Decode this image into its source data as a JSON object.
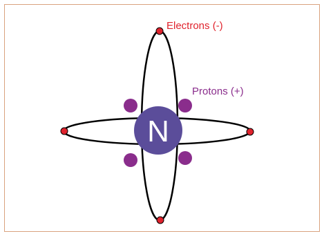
{
  "diagram": {
    "nucleus_symbol": "N",
    "electrons_label": "Electrons (-)",
    "protons_label": "Protons (+)",
    "colors": {
      "frame": "#d9a27e",
      "orbit": "#000000",
      "nucleus": "#5b4d9a",
      "nucleus_text": "#ffffff",
      "electron": "#e0232d",
      "proton": "#8a2d8c",
      "electrons_label": "#e0232d",
      "protons_label": "#8a2d8c"
    }
  }
}
